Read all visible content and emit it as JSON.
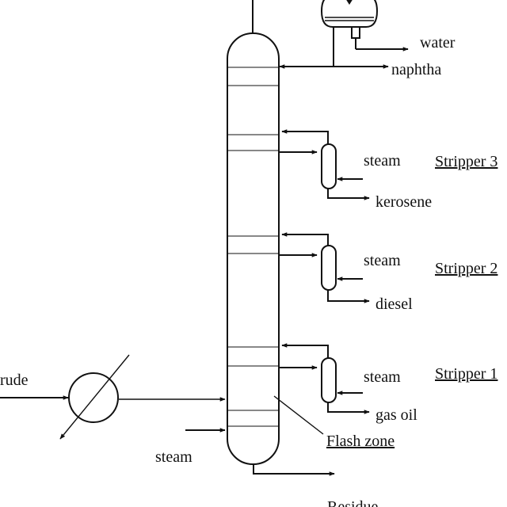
{
  "labels": {
    "water": "water",
    "naphtha": "naphtha",
    "steam_s3": "steam",
    "stripper_3": "Stripper 3",
    "kerosene": "kerosene",
    "steam_s2": "steam",
    "stripper_2": "Stripper 2",
    "diesel": "diesel",
    "crude": "rude",
    "steam_s1": "steam",
    "stripper_1": "Stripper 1",
    "gas_oil": "gas oil",
    "flash_zone": "Flash zone",
    "steam_bottom": "steam",
    "residue": "Residue"
  }
}
